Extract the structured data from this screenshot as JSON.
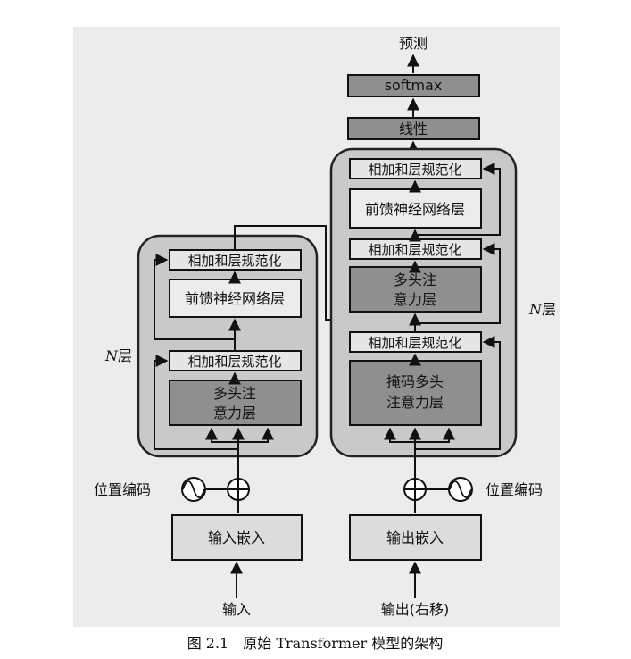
{
  "encoder": {
    "norm_top": "相加和层规范化",
    "ffn": "前馈神经网络层",
    "norm_bottom": "相加和层规范化",
    "attention_line1": "多头注",
    "attention_line2": "意力层",
    "n_layers_N": "N",
    "n_layers_suffix": "层",
    "pos_encoding": "位置编码",
    "embedding": "输入嵌入",
    "input": "输入"
  },
  "decoder": {
    "prediction": "预测",
    "softmax": "softmax",
    "linear": "线性",
    "norm_top": "相加和层规范化",
    "ffn": "前馈神经网络层",
    "norm_mid": "相加和层规范化",
    "cross_attention_line1": "多头注",
    "cross_attention_line2": "意力层",
    "norm_bottom": "相加和层规范化",
    "masked_attention_line1": "掩码多头",
    "masked_attention_line2": "注意力层",
    "n_layers_N": "N",
    "n_layers_suffix": "层",
    "pos_encoding": "位置编码",
    "embedding": "输出嵌入",
    "output": "输出(右移)"
  },
  "caption": "图 2.1　原始 Transformer 模型的架构",
  "colors": {
    "background": "#ececec",
    "stack_fill": "#c9c9c9",
    "attention_fill": "#8f8f8f",
    "norm_fill": "#e6e6e6",
    "embed_fill": "#dcdcdc"
  }
}
